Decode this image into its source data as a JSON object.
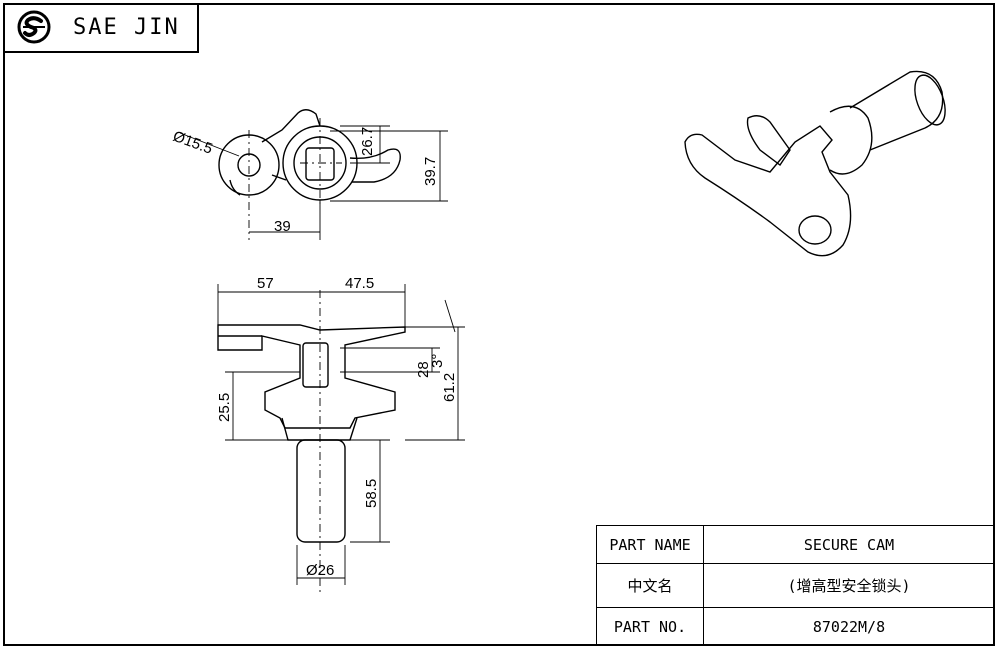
{
  "brand": {
    "name": "SAE JIN",
    "logo_icon": "sae-jin-logo-icon"
  },
  "dimensions": {
    "top_view": {
      "dia_hole": "Ø15.5",
      "height_1": "26.7",
      "height_2": "39.7",
      "offset": "39"
    },
    "side_view": {
      "left_width": "57",
      "right_width": "47.5",
      "flange_gap": "28",
      "angle": "3°",
      "total_height": "61.2",
      "lower_height": "25.5",
      "shaft_length": "58.5",
      "shaft_dia": "Ø26"
    }
  },
  "title_block": {
    "rows": [
      {
        "label": "PART NAME",
        "value": "SECURE CAM"
      },
      {
        "label": "中文名",
        "value": "(增高型安全锁头)"
      },
      {
        "label": "PART NO.",
        "value": "87022M/8"
      }
    ]
  },
  "colors": {
    "line": "#000000",
    "background": "#ffffff"
  }
}
